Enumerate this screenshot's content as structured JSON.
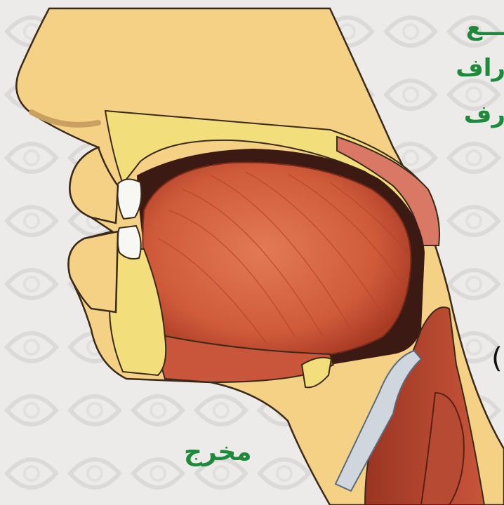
{
  "labels": {
    "top_line_1": "ـــع",
    "top_line_2": "راف",
    "top_line_3": "رف",
    "bottom": "مخرج",
    "paren": "("
  },
  "colors": {
    "skin": "#f5d186",
    "skin_outline": "#3a2a1a",
    "bone": "#f2de7a",
    "tongue": "#d9643f",
    "tongue_dark": "#b8442a",
    "cavity": "#3a1a12",
    "teeth": "#f7f7f4",
    "label_green": "#1c8a3a",
    "background": "#ecebea"
  }
}
